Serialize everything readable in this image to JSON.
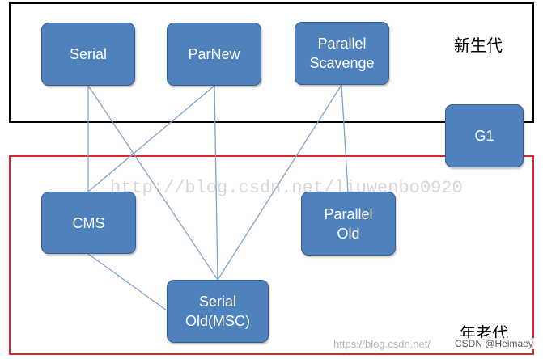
{
  "regions": {
    "young": {
      "label": "新生代",
      "border_color": "#000000"
    },
    "old": {
      "label": "年老代",
      "border_color": "#d9272e"
    }
  },
  "nodes": {
    "serial": {
      "label": "Serial"
    },
    "parnew": {
      "label": "ParNew"
    },
    "parallel_scavenge": {
      "label": "Parallel\nScavenge"
    },
    "g1": {
      "label": "G1"
    },
    "cms": {
      "label": "CMS"
    },
    "parallel_old": {
      "label": "Parallel\nOld"
    },
    "serial_old": {
      "label": "Serial\nOld(MSC)"
    }
  },
  "edges": [
    {
      "from": "serial",
      "to": "cms"
    },
    {
      "from": "serial",
      "to": "serial_old"
    },
    {
      "from": "parnew",
      "to": "cms"
    },
    {
      "from": "parnew",
      "to": "serial_old"
    },
    {
      "from": "parallel_scavenge",
      "to": "serial_old"
    },
    {
      "from": "parallel_scavenge",
      "to": "parallel_old"
    },
    {
      "from": "cms",
      "to": "serial_old"
    }
  ],
  "watermarks": {
    "center": "http://blog.csdn.net/liuwenbo0920",
    "bottom_url": "https://blog.csdn.net/",
    "bottom_credit": "CSDN @Heimaey"
  },
  "colors": {
    "node_fill": "#4f81bd",
    "node_border": "#385d8a",
    "edge": "#7fa3c9"
  }
}
